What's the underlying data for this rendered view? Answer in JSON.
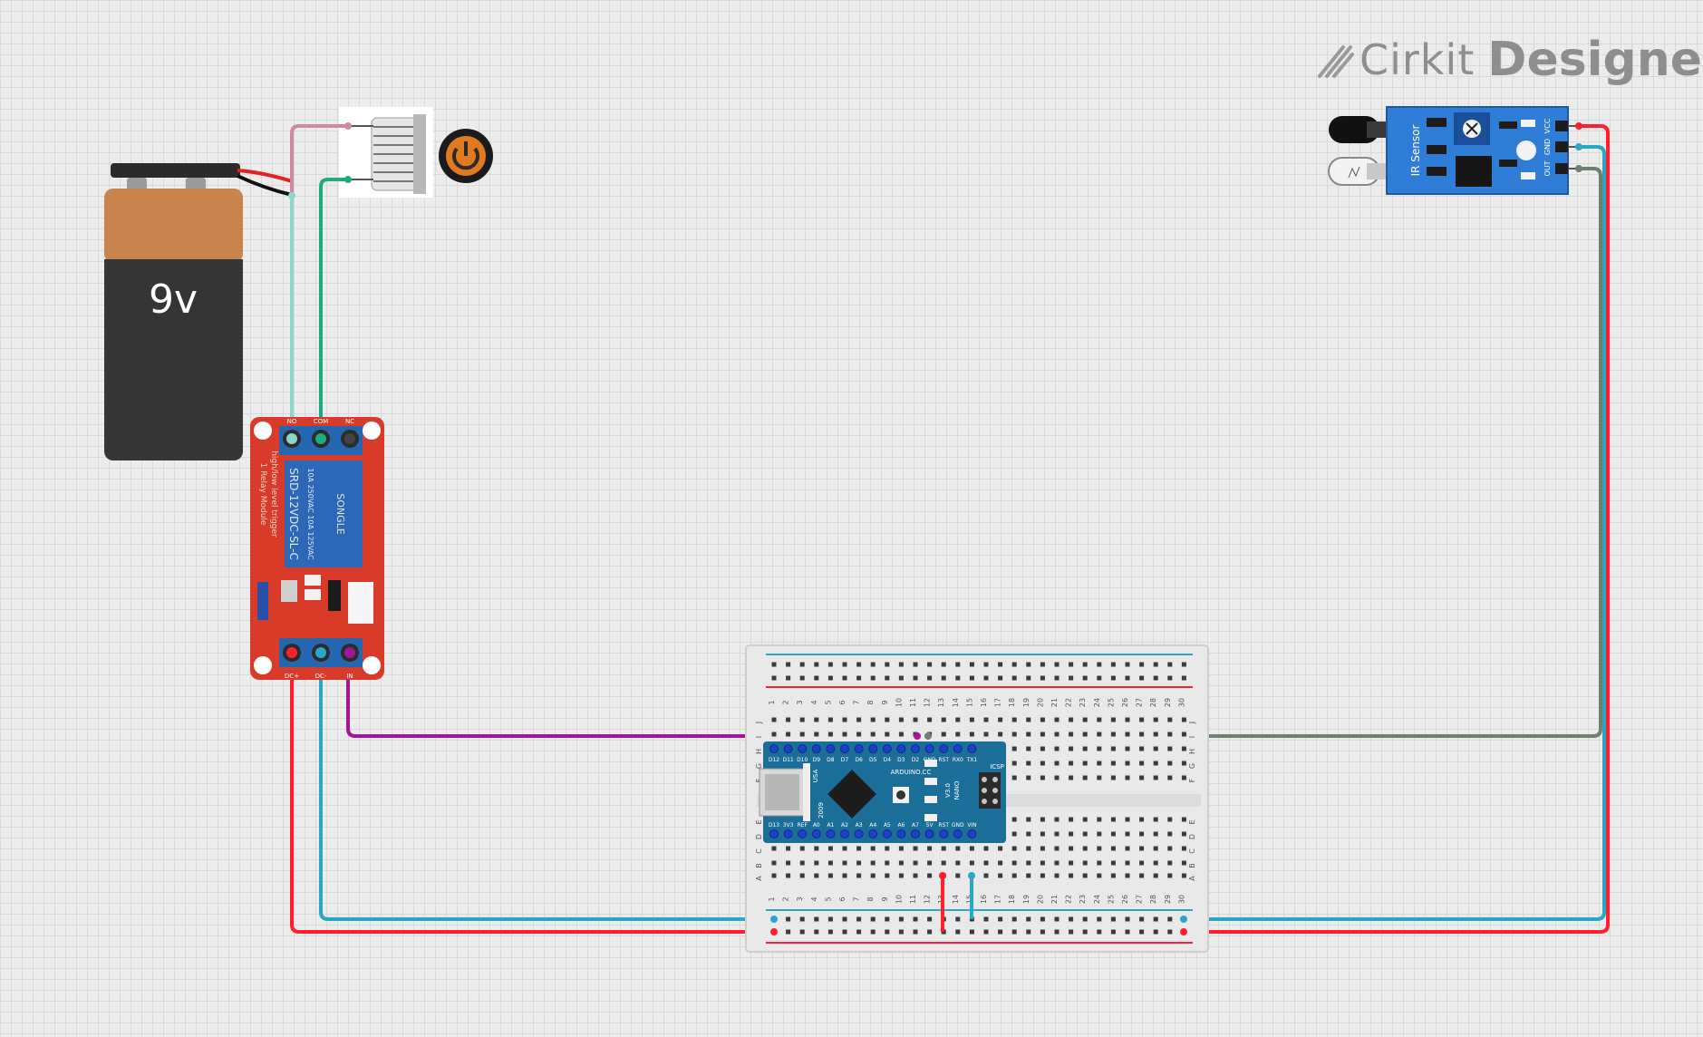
{
  "branding": {
    "logo_word1": "Cirkit",
    "logo_word2": "Designer",
    "logo_icon": "cirkit-slash-icon"
  },
  "components": {
    "battery": {
      "label": "9v"
    },
    "relay": {
      "label_model": "SRD-12VDC-SL-C",
      "label_brand": "SONGLE",
      "label_ratings": "10A 250VAC 10A 125VAC",
      "label_module": "1 Relay Module",
      "label_trigger": "high/low level trigger",
      "pin_labels": [
        "DC+",
        "DC-",
        "IN"
      ],
      "top_labels": [
        "NO",
        "COM",
        "NC"
      ]
    },
    "ir_sensor": {
      "label": "IR Sensor",
      "pins": [
        "VCC",
        "GND",
        "OUT"
      ]
    },
    "arduino": {
      "top_pins": [
        "D12",
        "D11",
        "D10",
        "D9",
        "D8",
        "D7",
        "D6",
        "D5",
        "D4",
        "D3",
        "D2",
        "GND",
        "RST",
        "RX0",
        "TX1"
      ],
      "bottom_pins": [
        "D13",
        "3V3",
        "REF",
        "A0",
        "A1",
        "A2",
        "A3",
        "A4",
        "A5",
        "A6",
        "A7",
        "5V",
        "RST",
        "GND",
        "VIN"
      ],
      "labels": [
        "ARDUINO.CC",
        "NANO",
        "V3.0",
        "ICSP",
        "2009",
        "USA"
      ]
    },
    "breadboard": {
      "columns": 30,
      "rows_top": [
        "J",
        "I",
        "H",
        "G",
        "F"
      ],
      "rows_bottom": [
        "E",
        "D",
        "C",
        "B",
        "A"
      ]
    }
  },
  "colors": {
    "wire_red": "#ff1f2e",
    "wire_teal": "#2aa7c2",
    "wire_light_teal": "#8ed6c8",
    "wire_green": "#1faa7f",
    "wire_pink": "#d08aa0",
    "wire_purple": "#a0189a",
    "wire_gray": "#6e8070",
    "relay_board": "#d93b2b",
    "ir_board": "#2f7dd6",
    "nano_board": "#1a6e98"
  }
}
